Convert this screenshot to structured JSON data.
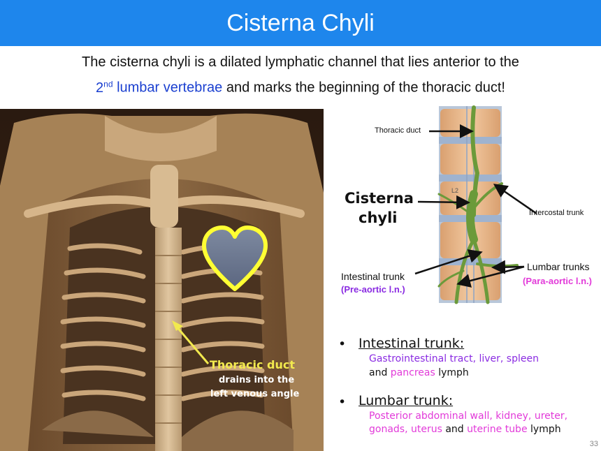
{
  "title": "Cisterna Chyli",
  "intro": {
    "line1": "The cisterna chyli is a dilated lymphatic channel that lies anterior to the",
    "ordinal_num": "2",
    "ordinal_sup": "nd",
    "line2_blue": " lumbar vertebrae",
    "line2_rest": " and marks the beginning of the thoracic duct!"
  },
  "photo": {
    "label_title": "Thoracic duct",
    "label_line1": "drains into the",
    "label_line2": "left venous angle"
  },
  "diagram": {
    "thoracic_duct": "Thoracic duct",
    "cisterna_line1": "Cisterna",
    "cisterna_line2": "chyli",
    "vertebra_label": "L2",
    "intercostal_trunk": "Intercostal trunk",
    "intestinal_trunk": "Intestinal trunk",
    "intestinal_sub": "(Pre-aortic l.n.)",
    "lumbar_trunks": "Lumbar trunks",
    "lumbar_sub": "(Para-aortic l.n.)"
  },
  "bullets": [
    {
      "heading": "Intestinal trunk:",
      "line1_pink": "Gastrointestinal tract, liver, spleen",
      "line2_a": "and ",
      "line2_pink": "pancreas",
      "line2_b": " lymph"
    },
    {
      "heading": "Lumbar trunk:",
      "line1_pink": "Posterior abdominal wall, kidney, ureter,",
      "line2_pink1": "gonads, uterus",
      "line2_and": " and ",
      "line2_pink2": "uterine tube",
      "line2_b": " lymph"
    }
  ],
  "bullet_symbol": "•",
  "page_number": "33",
  "colors": {
    "header": "#1e86ec",
    "blue_text": "#1a3fd0",
    "pink": "#e23ad9",
    "purple": "#8a2be2",
    "photo_label": "#f2e94e",
    "heart": "#ffff33"
  }
}
